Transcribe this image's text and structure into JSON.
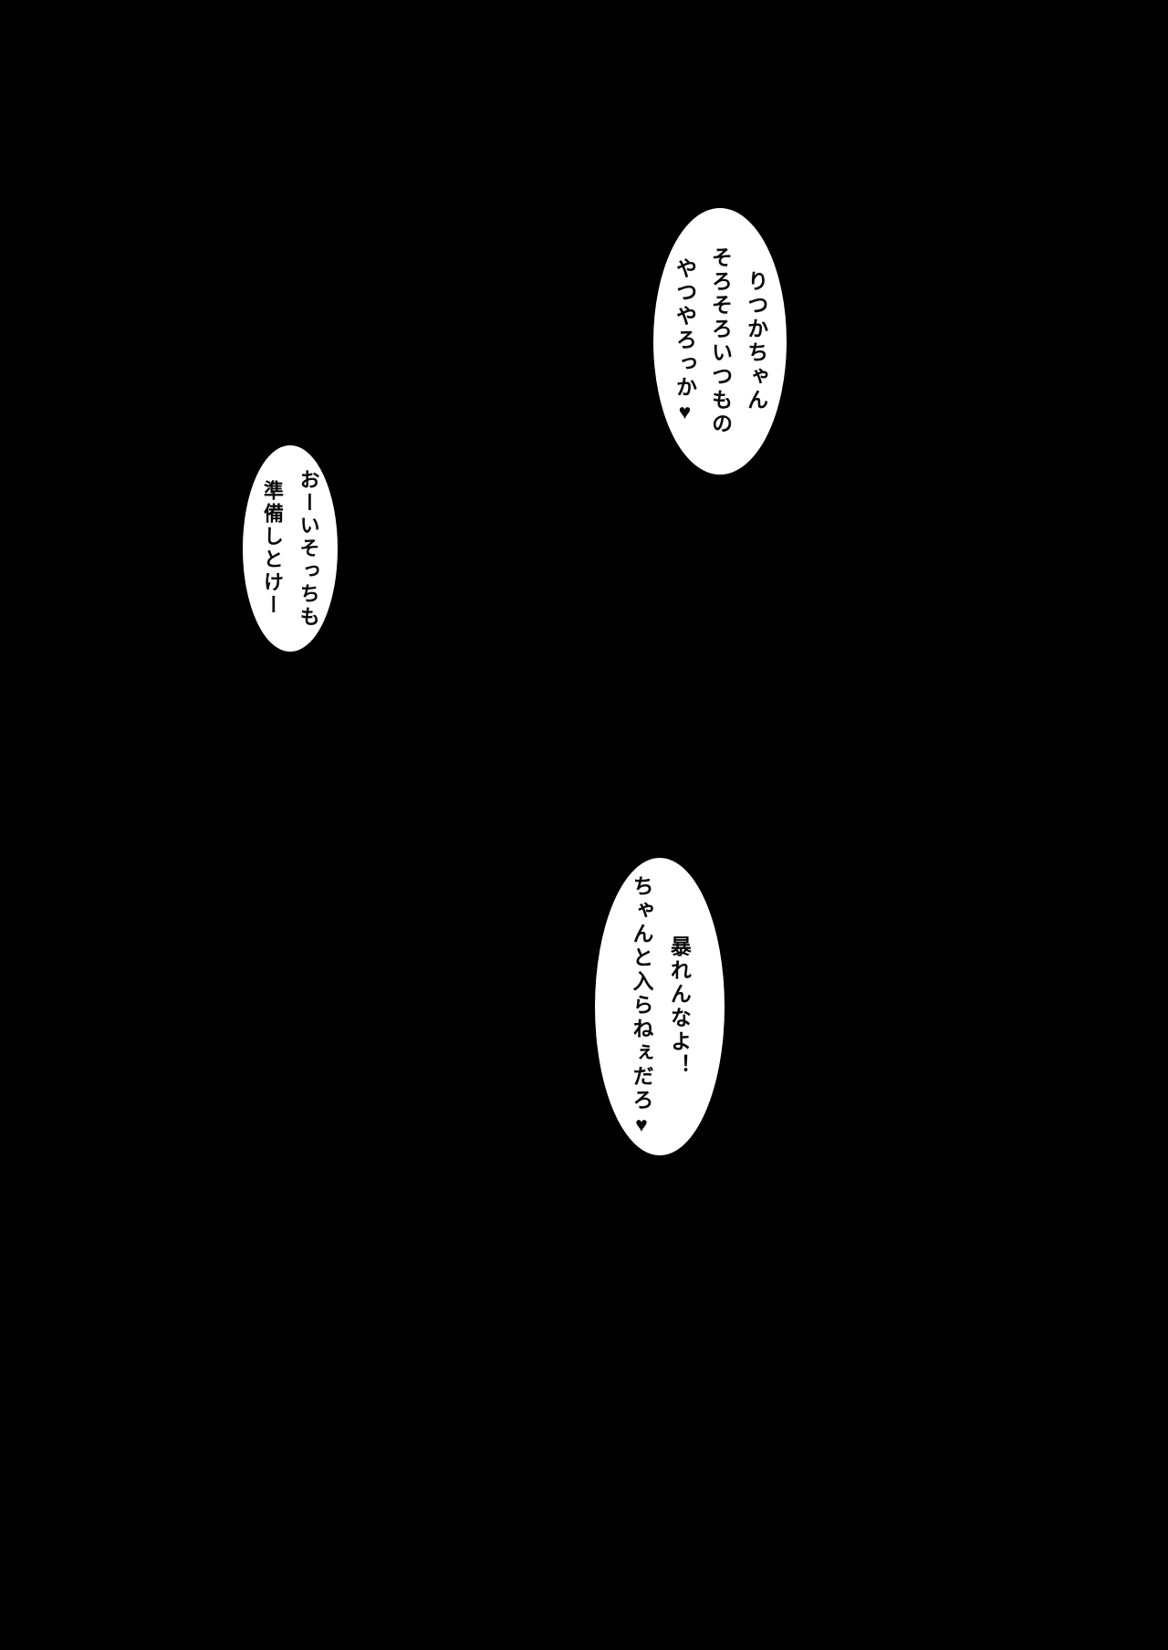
{
  "page": {
    "background_color": "#000000",
    "bubble_color": "#ffffff",
    "text_color": "#0a0a0a"
  },
  "bubbles": [
    {
      "id": "bubble-top-right",
      "lines": [
        "りつかちゃん",
        "そろそろいつもの",
        "やつやろっか♥"
      ]
    },
    {
      "id": "bubble-middle-left",
      "lines": [
        "おーいそっちも",
        "準備しとけー"
      ]
    },
    {
      "id": "bubble-bottom-right",
      "lines": [
        "暴れんなよ！",
        "ちゃんと入らねぇだろ♥"
      ]
    }
  ]
}
